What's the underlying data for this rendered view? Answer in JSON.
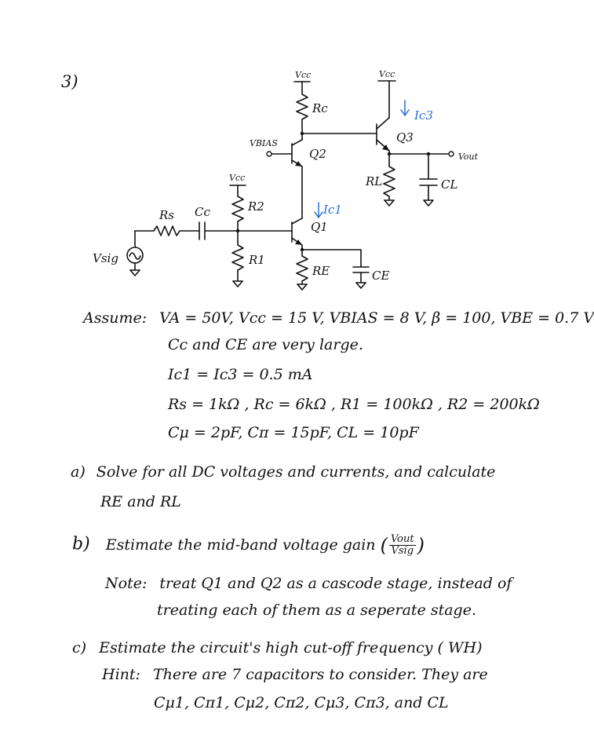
{
  "problem_number": "3)",
  "schematic": {
    "vcc_q3": "Vcc",
    "vcc_rc": "Vcc",
    "vcc_r2": "Vcc",
    "rc": "Rc",
    "vbias": "VBIAS",
    "q2": "Q2",
    "q3": "Q3",
    "ic3": "Ic3",
    "vout": "Vout",
    "rl": "RL",
    "cl": "CL",
    "r2": "R2",
    "rs": "Rs",
    "cc": "Cc",
    "ic1": "Ic1",
    "q1": "Q1",
    "vsig": "Vsig",
    "r1": "R1",
    "re": "RE",
    "ce": "CE"
  },
  "assumptions": {
    "label": "Assume:",
    "line1": "VA = 50V, Vcc = 15 V, VBIAS = 8 V, β = 100, VBE = 0.7 V",
    "line2": "Cc and CE are very large.",
    "line3": "Ic1 = Ic3 = 0.5 mA",
    "line4": "Rs = 1kΩ , Rc = 6kΩ , R1 = 100kΩ , R2 = 200kΩ",
    "line5": "Cμ = 2pF, Cπ = 15pF, CL = 10pF"
  },
  "part_a": {
    "marker": "a)",
    "line1": "Solve for all DC voltages and currents, and calculate",
    "line2": "RE and RL"
  },
  "part_b": {
    "marker": "b)",
    "line1": "Estimate the mid-band voltage gain",
    "frac_num": "Vout",
    "frac_den": "Vsig",
    "note_label": "Note:",
    "note_line1": "treat Q1 and Q2 as a cascode stage, instead of",
    "note_line2": "treating each of them as a seperate stage."
  },
  "part_c": {
    "marker": "c)",
    "line1": "Estimate the circuit's high cut-off frequency ( WH)",
    "hint_label": "Hint:",
    "hint_line1": "There are 7 capacitors to consider. They are",
    "hint_line2": "Cμ1, Cπ1, Cμ2, Cπ2, Cμ3, Cπ3, and CL"
  }
}
